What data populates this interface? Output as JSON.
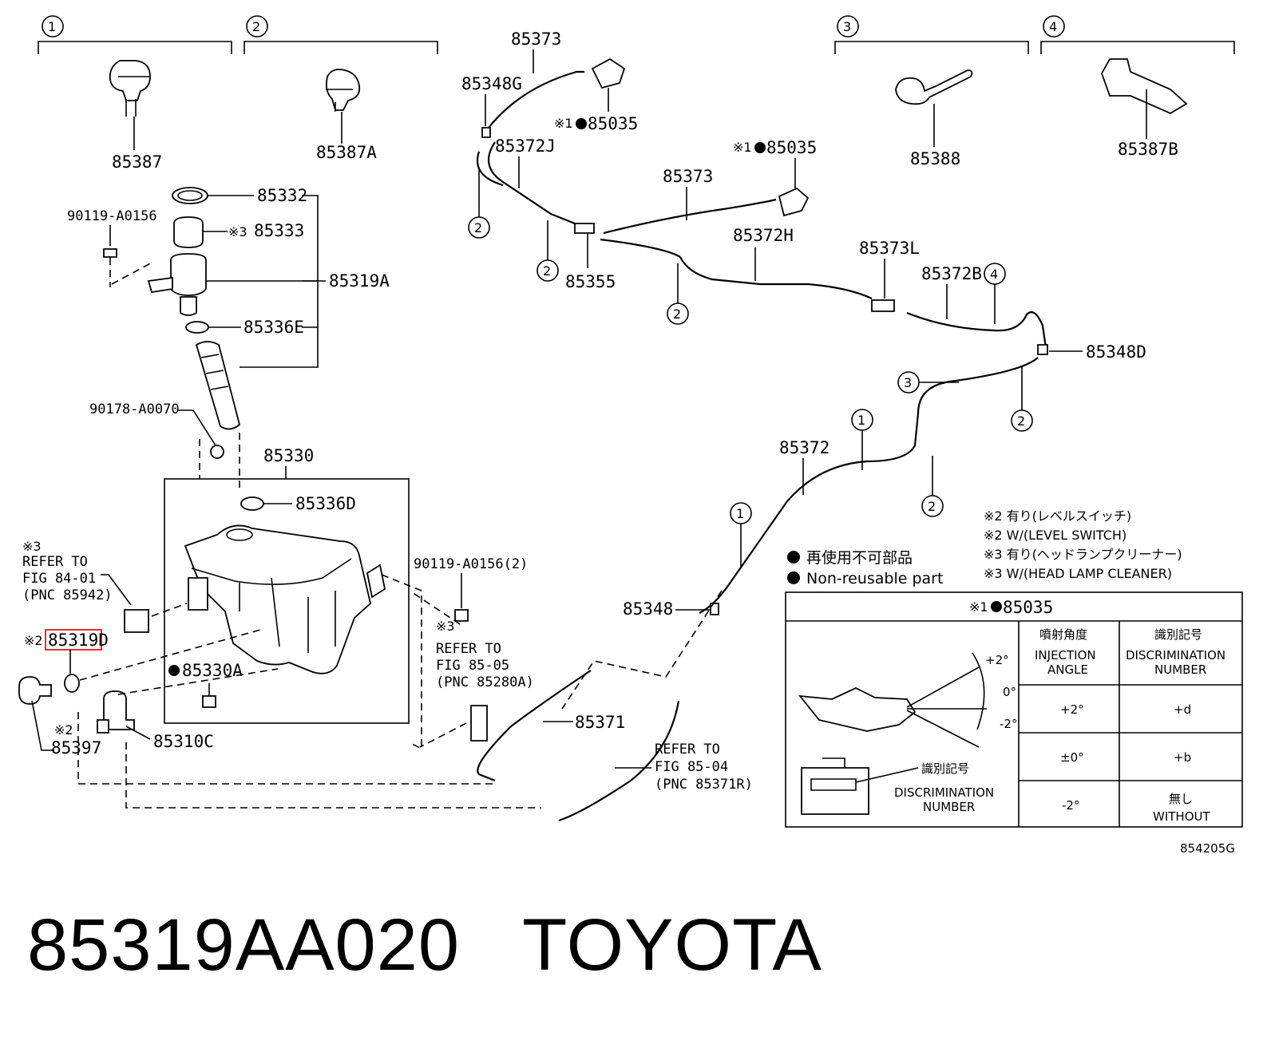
{
  "callouts": {
    "c1": "1",
    "c2": "2",
    "c3": "3",
    "c4": "4"
  },
  "labels": {
    "p85387": "85387",
    "p85387A": "85387A",
    "p85388": "85388",
    "p85387B": "85387B",
    "p85332": "85332",
    "p90119_a": "90119-A0156",
    "p85333": "85333",
    "note_x3_85333": "※3",
    "p85319A": "85319A",
    "p85336E": "85336E",
    "p90178": "90178-A0070",
    "p85330": "85330",
    "p85336D": "85336D",
    "p85330A": "85330A",
    "p90119_b": "90119-A0156(2)",
    "p85319D": "85319D",
    "note_x2_85319D": "※2",
    "p85397": "85397",
    "note_x2_85397": "※2",
    "p85310C": "85310C",
    "p85373_a": "85373",
    "p85348G": "85348G",
    "p85035_a": "85035",
    "note_x1_a": "※1",
    "p85372J": "85372J",
    "p85035_b": "85035",
    "note_x1_b": "※1",
    "p85373_b": "85373",
    "p85355": "85355",
    "p85372H": "85372H",
    "p85373L": "85373L",
    "p85372B": "85372B",
    "p85348D": "85348D",
    "p85372": "85372",
    "p85348": "85348",
    "p85371": "85371"
  },
  "refers": {
    "r1_note": "※3",
    "r1_line1": "REFER TO",
    "r1_line2": "FIG 84-01",
    "r1_line3": "(PNC 85942)",
    "r2_note": "※3",
    "r2_line1": "REFER TO",
    "r2_line2": "FIG 85-05",
    "r2_line3": "(PNC 85280A)",
    "r3_line1": "REFER TO",
    "r3_line2": "FIG 85-04",
    "r3_line3": "(PNC 85371R)"
  },
  "notes": {
    "n1": "※2 有り(レベルスイッチ)",
    "n2": "※2 W/(LEVEL SWITCH)",
    "n3": "※3 有り(ヘッドランプクリーナー)",
    "n4": "※3 W/(HEAD LAMP CLEANER)"
  },
  "legend": {
    "jp": "再使用不可部品",
    "en": "Non-reusable part"
  },
  "table": {
    "header_note": "※1",
    "header_part": "85035",
    "col1_jp": "噴射角度",
    "col1_en1": "INJECTION",
    "col1_en2": "ANGLE",
    "col2_jp": "識別記号",
    "col2_en1": "DISCRIMINATION",
    "col2_en2": "NUMBER",
    "rows": [
      {
        "angle": "+2°",
        "mark": "+d"
      },
      {
        "angle": "±0°",
        "mark": "+b"
      },
      {
        "angle": "-2°",
        "mark": "無し",
        "mark2": "WITHOUT"
      }
    ],
    "angle_plus": "+2°",
    "angle_zero": "0°",
    "angle_minus": "-2°",
    "disc_jp": "識別記号",
    "disc_en1": "DISCRIMINATION",
    "disc_en2": "NUMBER"
  },
  "figure_id": "854205G",
  "caption": "85319AA020   TOYOTA",
  "colors": {
    "highlight": "#e03030",
    "line": "#000000",
    "background": "#ffffff"
  }
}
